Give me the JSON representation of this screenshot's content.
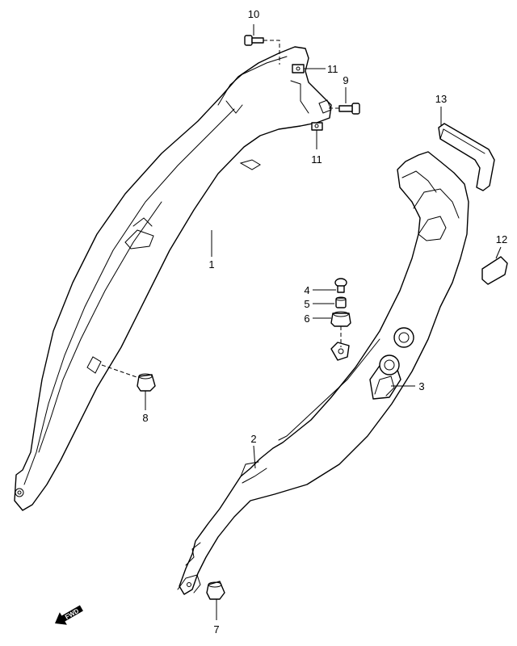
{
  "diagram": {
    "callouts": [
      {
        "id": "c10",
        "text": "10"
      },
      {
        "id": "c11a",
        "text": "11"
      },
      {
        "id": "c9",
        "text": "9"
      },
      {
        "id": "c11b",
        "text": "11"
      },
      {
        "id": "c13",
        "text": "13"
      },
      {
        "id": "c12",
        "text": "12"
      },
      {
        "id": "c1",
        "text": "1"
      },
      {
        "id": "c4",
        "text": "4"
      },
      {
        "id": "c5",
        "text": "5"
      },
      {
        "id": "c6",
        "text": "6"
      },
      {
        "id": "c3",
        "text": "3"
      },
      {
        "id": "c8",
        "text": "8"
      },
      {
        "id": "c2",
        "text": "2"
      },
      {
        "id": "c7",
        "text": "7"
      }
    ],
    "fwd_label": "FWD",
    "colors": {
      "line": "#000000",
      "background": "#ffffff"
    }
  }
}
